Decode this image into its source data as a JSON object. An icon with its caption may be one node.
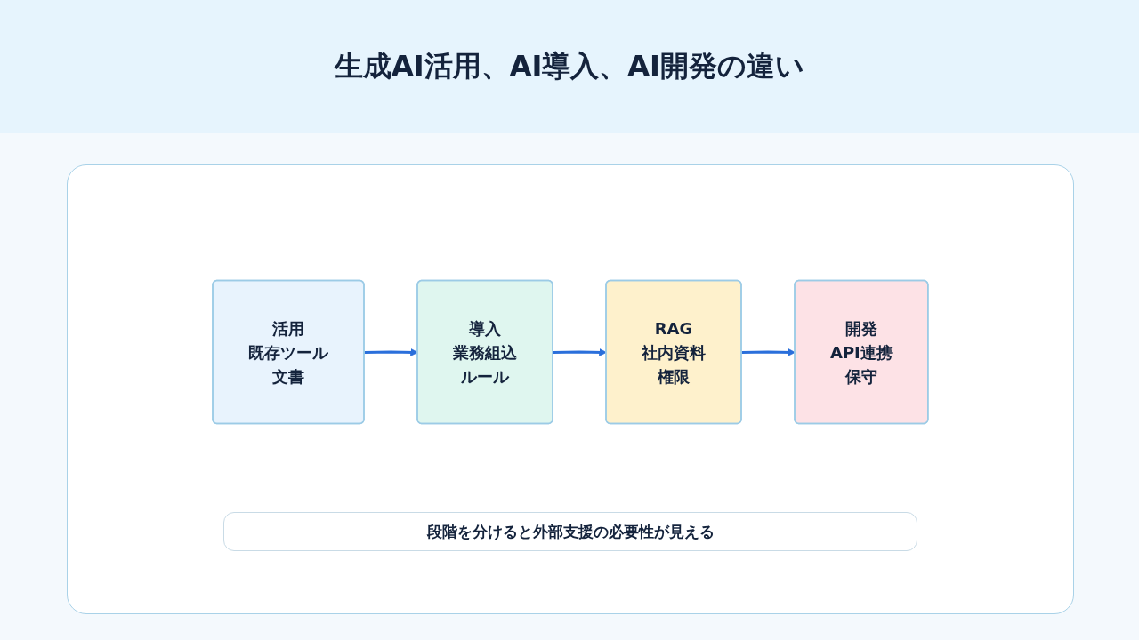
{
  "diagram": {
    "title": "生成AI活用、AI導入、AI開発の違い",
    "nodes": [
      {
        "text": [
          "活用",
          "既存ツール",
          "文書"
        ]
      },
      {
        "text": [
          "導入",
          "業務組込",
          "ルール"
        ]
      },
      {
        "text": [
          "RAG",
          "社内資料",
          "権限"
        ]
      },
      {
        "text": [
          "開発",
          "API連携",
          "保守"
        ]
      }
    ],
    "edges": [
      {
        "from": 0,
        "to": 1,
        "arrow": "to"
      },
      {
        "from": 1,
        "to": 2,
        "arrow": "to"
      },
      {
        "from": 2,
        "to": 3,
        "arrow": "to"
      }
    ],
    "labels": [
      "段階を分けると外部支援の必要性が見える"
    ]
  }
}
